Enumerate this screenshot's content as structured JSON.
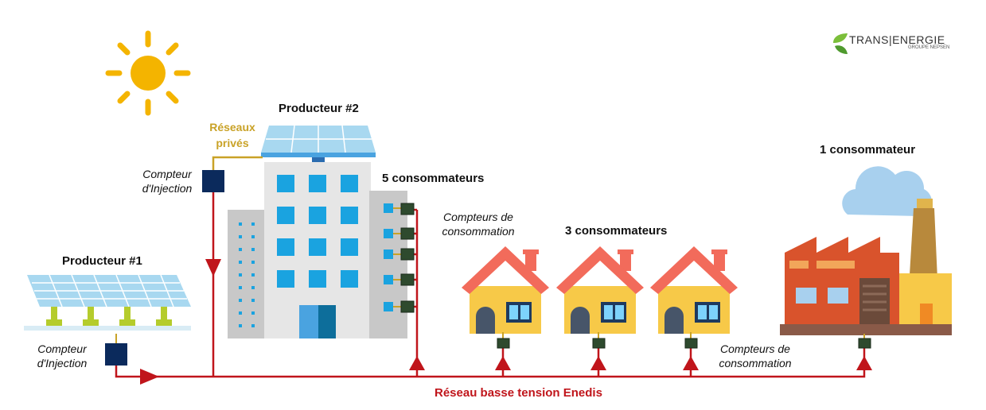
{
  "labels": {
    "producer1": "Producteur #1",
    "producer2": "Producteur #2",
    "private_network": "Réseaux privés",
    "injection_meter_1": "Compteur d'Injection",
    "injection_meter_2": "Compteur d'Injection",
    "consumers_5": "5 consommateurs",
    "consumers_3": "3 consommateurs",
    "consumers_1": "1 consommateur",
    "consumption_meters_1": "Compteurs de consommation",
    "consumption_meters_2": "Compteurs de consommation",
    "grid": "Réseau basse tension Enedis"
  },
  "logo": {
    "brand": "TRANS|ENERGIE",
    "sub": "GROUPE NEPSEN"
  },
  "colors": {
    "grid_line": "#c0151b",
    "private_line": "#c9a227",
    "meter_injection": "#0b2a5c",
    "meter_consumption": "#2e4a2e",
    "sun": "#f4b400",
    "roof": "#f26b5b",
    "house_wall": "#f7c948",
    "factory": "#d9532c"
  }
}
